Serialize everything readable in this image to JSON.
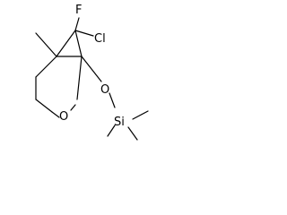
{
  "molecule": {
    "atoms": {
      "fluorine": "F",
      "chlorine": "Cl",
      "ring_oxygen": "O",
      "ether_oxygen": "O",
      "silicon": "Si"
    }
  }
}
